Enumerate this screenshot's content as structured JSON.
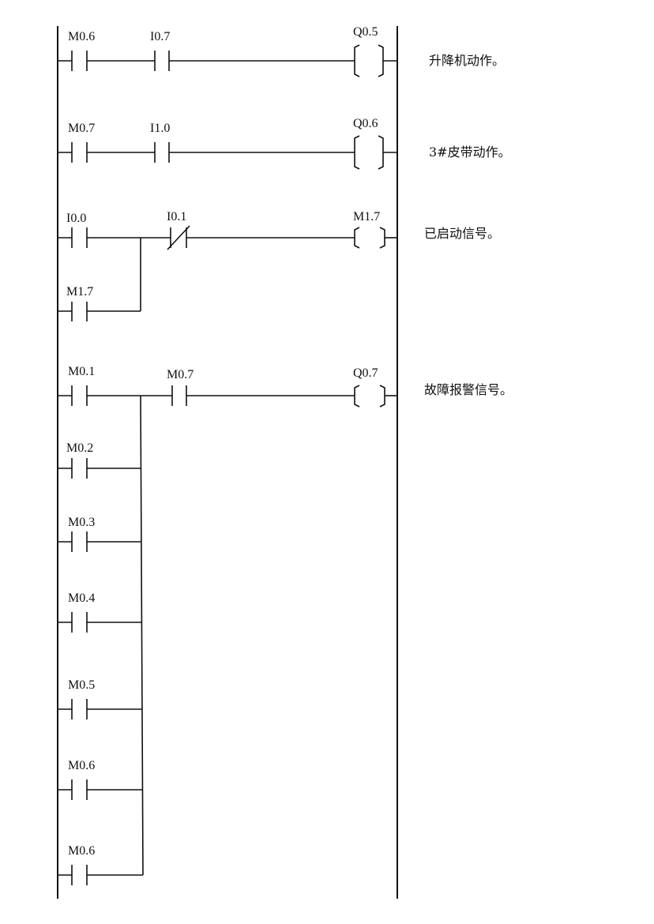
{
  "rungs": [
    {
      "comment": "升降机动作。",
      "contacts": [
        {
          "address": "M0.6",
          "type": "NO"
        },
        {
          "address": "I0.7",
          "type": "NO"
        }
      ],
      "coil": {
        "address": "Q0.5"
      }
    },
    {
      "comment": "3#皮带动作。",
      "contacts": [
        {
          "address": "M0.7",
          "type": "NO"
        },
        {
          "address": "I1.0",
          "type": "NO"
        }
      ],
      "coil": {
        "address": "Q0.6"
      }
    },
    {
      "comment": "已启动信号。",
      "contacts": [
        {
          "address": "I0.0",
          "type": "NO"
        },
        {
          "address": "I0.1",
          "type": "NC"
        }
      ],
      "parallel": [
        {
          "address": "M1.7",
          "type": "NO"
        }
      ],
      "coil": {
        "address": "M1.7"
      }
    },
    {
      "comment": "故障报警信号。",
      "contacts": [
        {
          "address": "M0.1",
          "type": "NO"
        },
        {
          "address": "M0.7",
          "type": "NO"
        }
      ],
      "parallel": [
        {
          "address": "M0.2",
          "type": "NO"
        },
        {
          "address": "M0.3",
          "type": "NO"
        },
        {
          "address": "M0.4",
          "type": "NO"
        },
        {
          "address": "M0.5",
          "type": "NO"
        },
        {
          "address": "M0.6",
          "type": "NO"
        },
        {
          "address": "M0.6",
          "type": "NO"
        }
      ],
      "coil": {
        "address": "Q0.7"
      }
    }
  ]
}
